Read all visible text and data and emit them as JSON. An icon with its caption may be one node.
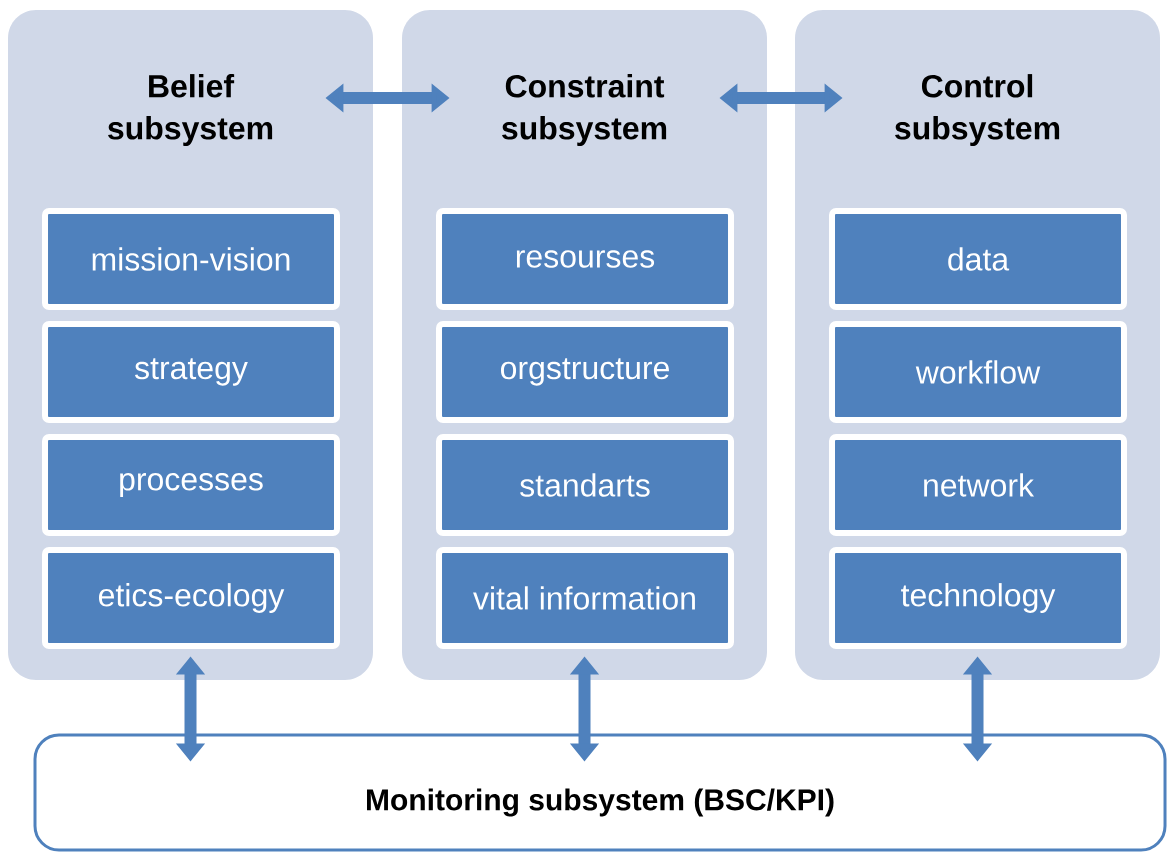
{
  "diagram": {
    "nodes": [
      {
        "text": [
          "Belief subsystem"
        ]
      },
      {
        "text": [
          "mission-vision"
        ],
        "in": 0
      },
      {
        "text": [
          "strategy"
        ],
        "in": 0
      },
      {
        "text": [
          "processes"
        ],
        "in": 0
      },
      {
        "text": [
          "etics-ecology"
        ],
        "in": 0
      },
      {
        "text": [
          "Constraint subsystem"
        ]
      },
      {
        "text": [
          "resourses"
        ],
        "in": 5
      },
      {
        "text": [
          "orgstructure"
        ],
        "in": 5
      },
      {
        "text": [
          "standarts"
        ],
        "in": 5
      },
      {
        "text": [
          "vital information"
        ],
        "in": 5
      },
      {
        "text": [
          "Control subsystem"
        ]
      },
      {
        "text": [
          "data"
        ],
        "in": 10
      },
      {
        "text": [
          "workflow"
        ],
        "in": 10
      },
      {
        "text": [
          "network"
        ],
        "in": 10
      },
      {
        "text": [
          "technology"
        ],
        "in": 10
      },
      {
        "text": [
          "Monitoring subsystem (BSC/KPI)"
        ]
      }
    ],
    "edges": [
      {
        "from": 0,
        "to": 5,
        "arrow": "both"
      },
      {
        "from": 5,
        "to": 10,
        "arrow": "both"
      },
      {
        "from": 0,
        "to": 15,
        "arrow": "both"
      },
      {
        "from": 5,
        "to": 15,
        "arrow": "both"
      },
      {
        "from": 10,
        "to": 15,
        "arrow": "both"
      }
    ]
  }
}
